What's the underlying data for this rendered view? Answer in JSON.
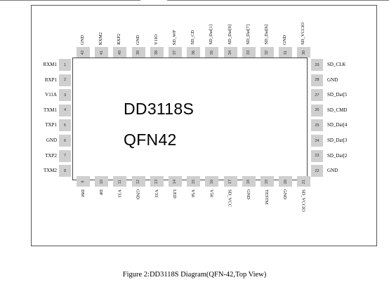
{
  "chip": {
    "name": "DD3118S",
    "package": "QFN42"
  },
  "caption": "Figure 2:DD3118S Diagram(QFN-42,Top View)",
  "pins": {
    "top": [
      {
        "num": "42",
        "name": "GND"
      },
      {
        "num": "41",
        "name": "RXM2"
      },
      {
        "num": "40",
        "name": "RXP2"
      },
      {
        "num": "39",
        "name": "GND"
      },
      {
        "num": "38",
        "name": "V1IO"
      },
      {
        "num": "37",
        "name": "SD_WP"
      },
      {
        "num": "36",
        "name": "SD_CD"
      },
      {
        "num": "35",
        "name": "SD_Dat[1]"
      },
      {
        "num": "34",
        "name": "SD_Dat[0]"
      },
      {
        "num": "33",
        "name": "SD_Dat[7]"
      },
      {
        "num": "32",
        "name": "SD_Dat[6]"
      },
      {
        "num": "31",
        "name": "GND"
      },
      {
        "num": "30",
        "name": "SD_VCCIO"
      }
    ],
    "bottom": [
      {
        "num": "9",
        "name": "DM"
      },
      {
        "num": "10",
        "name": "DP"
      },
      {
        "num": "11",
        "name": "V33"
      },
      {
        "num": "12",
        "name": "GND"
      },
      {
        "num": "13",
        "name": "V33"
      },
      {
        "num": "14",
        "name": "LED"
      },
      {
        "num": "15",
        "name": "V50"
      },
      {
        "num": "16",
        "name": "V50"
      },
      {
        "num": "17",
        "name": "SD_VCC"
      },
      {
        "num": "18",
        "name": "GND"
      },
      {
        "num": "19",
        "name": "TESTM"
      },
      {
        "num": "20",
        "name": "GND"
      },
      {
        "num": "21",
        "name": "SD_VCCIO"
      }
    ],
    "left": [
      {
        "num": "1",
        "name": "RXM1"
      },
      {
        "num": "2",
        "name": "RXP1"
      },
      {
        "num": "3",
        "name": "V11A"
      },
      {
        "num": "4",
        "name": "TXM1"
      },
      {
        "num": "5",
        "name": "TXP1"
      },
      {
        "num": "6",
        "name": "GND"
      },
      {
        "num": "7",
        "name": "TXP2"
      },
      {
        "num": "8",
        "name": "TXM2"
      }
    ],
    "right": [
      {
        "num": "29",
        "name": "SD_CLK"
      },
      {
        "num": "28",
        "name": "GND"
      },
      {
        "num": "27",
        "name": "SD_Dat[5"
      },
      {
        "num": "26",
        "name": "SD_CMD"
      },
      {
        "num": "25",
        "name": "SD_Dat[4"
      },
      {
        "num": "24",
        "name": "SD_Dat[3"
      },
      {
        "num": "23",
        "name": "SD_Dat[2"
      },
      {
        "num": "22",
        "name": "GND"
      }
    ]
  }
}
